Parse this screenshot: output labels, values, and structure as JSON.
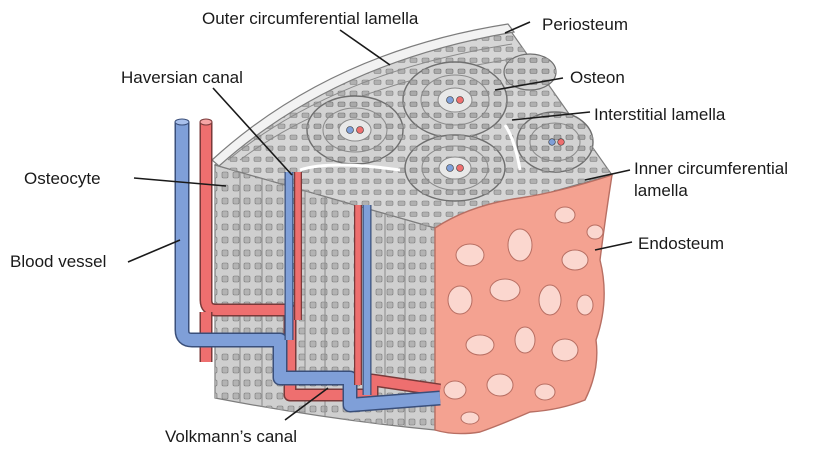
{
  "labels": {
    "outer_circumferential_lamella": "Outer circumferential lamella",
    "periosteum": "Periosteum",
    "haversian_canal": "Haversian canal",
    "osteon": "Osteon",
    "interstitial_lamella": "Interstitial lamella",
    "osteocyte": "Osteocyte",
    "inner_circumferential_lamella_line1": "Inner circumferential",
    "inner_circumferential_lamella_line2": "lamella",
    "blood_vessel": "Blood vessel",
    "endosteum": "Endosteum",
    "volkmanns_canal": "Volkmann’s canal"
  },
  "colors": {
    "bone": "#c9c9c9",
    "bone_light": "#dedede",
    "outline": "#7d7d7d",
    "vein": "#7f9fd8",
    "artery": "#ee6f6f",
    "spongy": "#f4a291",
    "spongy_hole": "#fbd7cf"
  }
}
